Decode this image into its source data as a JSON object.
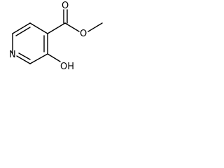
{
  "molecule": {
    "atoms": {
      "ring_nitrogen": "N",
      "carbonyl_oxygen": "O",
      "ester_oxygen": "O",
      "hydroxyl": "OH"
    }
  }
}
